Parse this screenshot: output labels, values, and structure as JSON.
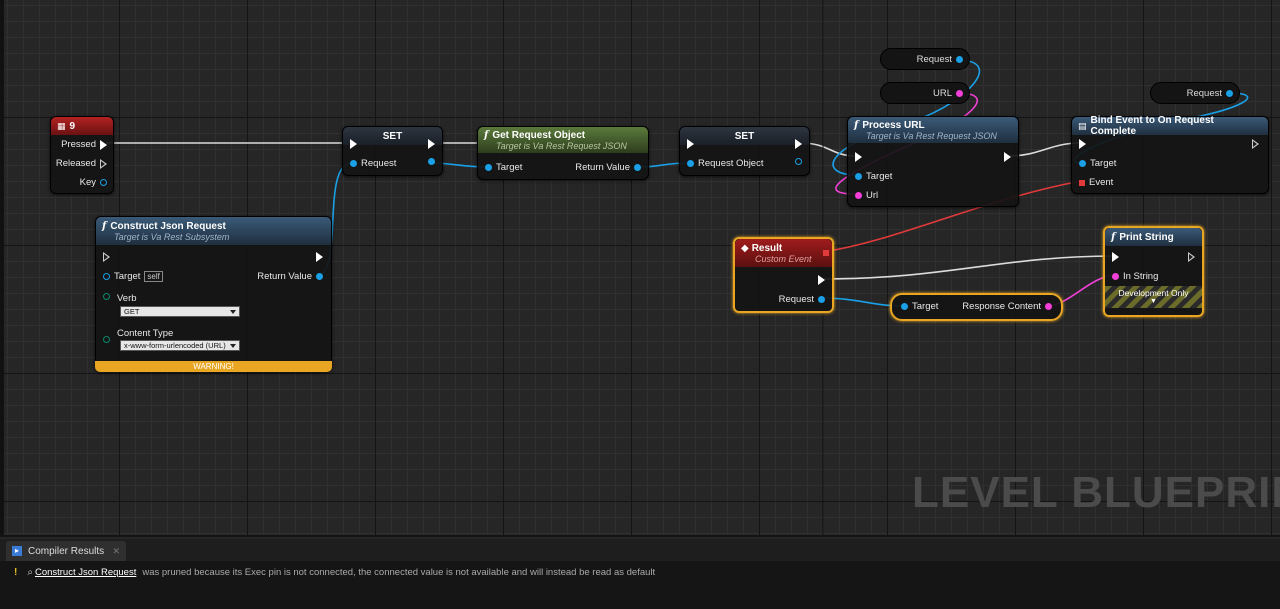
{
  "graph": {
    "watermark": "LEVEL BLUEPRINT",
    "nodes": {
      "key9": {
        "title": "9",
        "pins": [
          "Pressed",
          "Released",
          "Key"
        ]
      },
      "construct": {
        "title": "Construct Json Request",
        "subtitle": "Target is Va Rest Subsystem",
        "target_label": "Target",
        "target_value": "self",
        "return_label": "Return Value",
        "verb_label": "Verb",
        "verb_value": "GET",
        "content_type_label": "Content Type",
        "content_type_value": "x-www-form-urlencoded (URL)",
        "warning": "WARNING!"
      },
      "set1": {
        "title": "SET",
        "pin": "Request"
      },
      "get_request_object": {
        "title": "Get Request Object",
        "subtitle": "Target is Va Rest Request JSON",
        "target_label": "Target",
        "return_label": "Return Value"
      },
      "set2": {
        "title": "SET",
        "pin": "Request Object"
      },
      "var_request1": {
        "label": "Request"
      },
      "var_url": {
        "label": "URL"
      },
      "var_request2": {
        "label": "Request"
      },
      "process_url": {
        "title": "Process URL",
        "subtitle": "Target is Va Rest Request JSON",
        "target_label": "Target",
        "url_label": "Url"
      },
      "bind_event": {
        "title": "Bind Event to On Request Complete",
        "target_label": "Target",
        "event_label": "Event"
      },
      "result": {
        "title": "Result",
        "subtitle": "Custom Event",
        "request_label": "Request"
      },
      "response_content": {
        "target_label": "Target",
        "output_label": "Response Content"
      },
      "print_string": {
        "title": "Print String",
        "in_string_label": "In String",
        "dev_only": "Development Only"
      }
    }
  },
  "compiler": {
    "tab_label": "Compiler Results",
    "message_link": "Construct Json Request",
    "message_text": "was pruned because its Exec pin is not connected, the connected value is not available and will instead be read as default"
  },
  "colors": {
    "object_pin": "#19a0e6",
    "string_pin": "#f23fd8",
    "accent": "#e8a623"
  }
}
